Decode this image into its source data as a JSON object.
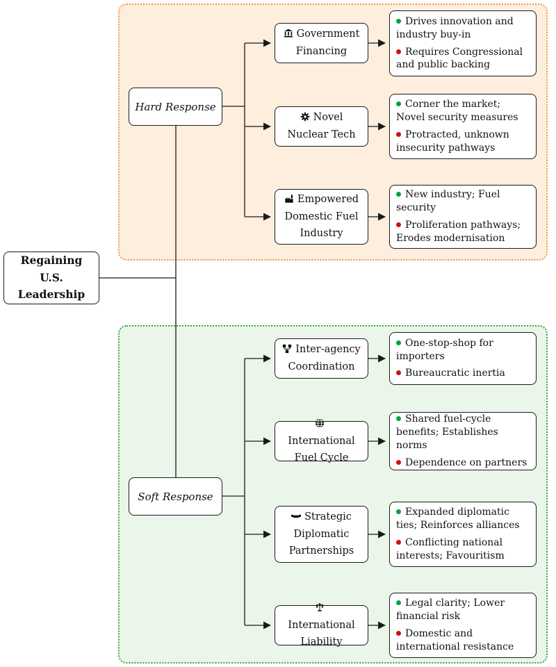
{
  "colors": {
    "pro_bullet": "#00a33a",
    "con_bullet": "#cc1212",
    "hard_fill": "#fdeedd",
    "hard_border": "#f09a57",
    "soft_fill": "#eaf6ea",
    "soft_border": "#3aa64a",
    "line": "#1a1a1a"
  },
  "root": {
    "label": "Regaining U.S. Leadership"
  },
  "hard": {
    "label": "Hard Response",
    "children": [
      {
        "icon": "bank-icon",
        "label": "Government Financing",
        "pro": "Drives innovation and industry buy-in",
        "con": "Requires Congressional and public backing"
      },
      {
        "icon": "gear-icon",
        "label": "Novel Nuclear Tech",
        "pro": "Corner the market; Novel security measures",
        "con": "Protracted, unknown insecurity pathways"
      },
      {
        "icon": "factory-icon",
        "label": "Empowered Domestic Fuel Industry",
        "pro": "New industry; Fuel security",
        "con": "Proliferation pathways; Erodes modernisation"
      }
    ]
  },
  "soft": {
    "label": "Soft Response",
    "children": [
      {
        "icon": "sitemap-icon",
        "label": "Inter-agency Coordination",
        "pro": "One-stop-shop for importers",
        "con": "Bureaucratic inertia"
      },
      {
        "icon": "globe-icon",
        "label": "International Fuel Cycle",
        "pro": "Shared fuel-cycle benefits; Establishes norms",
        "con": "Dependence on partners"
      },
      {
        "icon": "handshake-icon",
        "label": "Strategic Diplomatic Partnerships",
        "pro": "Expanded diplomatic ties; Reinforces alliances",
        "con": "Conflicting national interests; Favouritism"
      },
      {
        "icon": "scales-icon",
        "label": "International Liability",
        "pro": "Legal clarity; Lower financial risk",
        "con": "Domestic and international resistance"
      }
    ]
  }
}
